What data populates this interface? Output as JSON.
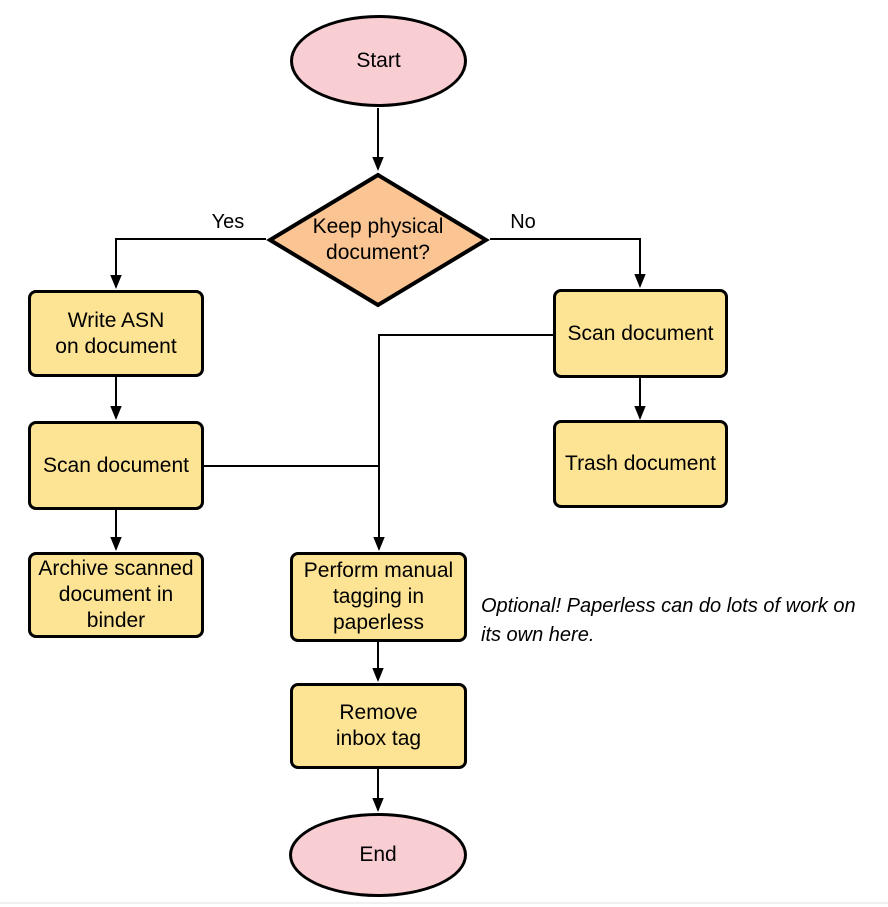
{
  "diagram_type": "flowchart",
  "colors": {
    "background": "#ffffff",
    "terminal_fill": "#f8ced2",
    "decision_fill": "#fac593",
    "process_fill": "#fde394",
    "stroke": "#000000"
  },
  "nodes": {
    "start": {
      "type": "terminal",
      "label": "Start"
    },
    "decision": {
      "type": "decision",
      "lines": [
        "Keep physical",
        "document?"
      ]
    },
    "write_asn": {
      "type": "process",
      "lines": [
        "Write ASN",
        "on document"
      ]
    },
    "scan_left": {
      "type": "process",
      "label": "Scan document"
    },
    "archive": {
      "type": "process",
      "lines": [
        "Archive scanned",
        "document in",
        "binder"
      ]
    },
    "scan_right": {
      "type": "process",
      "label": "Scan document"
    },
    "trash": {
      "type": "process",
      "label": "Trash document"
    },
    "tagging": {
      "type": "process",
      "lines": [
        "Perform manual",
        "tagging in",
        "paperless"
      ]
    },
    "remove_inbox": {
      "type": "process",
      "lines": [
        "Remove",
        "inbox tag"
      ]
    },
    "end": {
      "type": "terminal",
      "label": "End"
    }
  },
  "edge_labels": {
    "yes": "Yes",
    "no": "No"
  },
  "annotation": {
    "lines": [
      "Optional! Paperless can do lots of work on",
      "its own here."
    ]
  }
}
